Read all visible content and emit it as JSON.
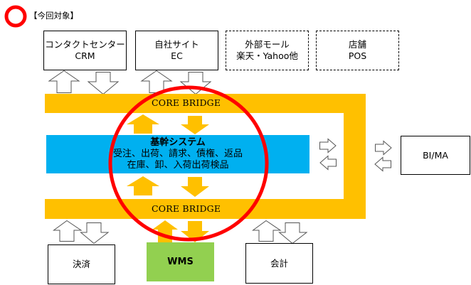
{
  "legend": {
    "label": "【今回対象】",
    "marker_color": "#FF0000"
  },
  "top_systems": [
    {
      "line1": "コンタクトセンター",
      "line2": "CRM",
      "style": "solid"
    },
    {
      "line1": "自社サイト",
      "line2": "EC",
      "style": "solid"
    },
    {
      "line1": "外部モール",
      "line2": "楽天・Yahoo他",
      "style": "dashed"
    },
    {
      "line1": "店舗",
      "line2": "POS",
      "style": "dashed"
    }
  ],
  "core_bridge": {
    "top_label": "CORE BRIDGE",
    "bottom_label": "CORE BRIDGE",
    "color": "#FFC000"
  },
  "core_system": {
    "title": "基幹システム",
    "line1": "受注、出荷、請求、債権、返品",
    "line2": "在庫、卸、入荷出荷検品",
    "color": "#00B0F0"
  },
  "side_system": {
    "label": "BI/MA"
  },
  "bottom_systems": [
    {
      "label": "決済",
      "style": "solid"
    },
    {
      "label": "WMS",
      "style": "filled",
      "color": "#92D050"
    },
    {
      "label": "会計",
      "style": "solid"
    }
  ],
  "highlight_circle": {
    "color": "#FF0000",
    "meaning": "今回対象"
  },
  "arrows": {
    "outline_icon": "hollow-up-down-arrows",
    "filled_icon": "orange-up-down-arrows",
    "side_icon": "hollow-left-right-arrows"
  }
}
